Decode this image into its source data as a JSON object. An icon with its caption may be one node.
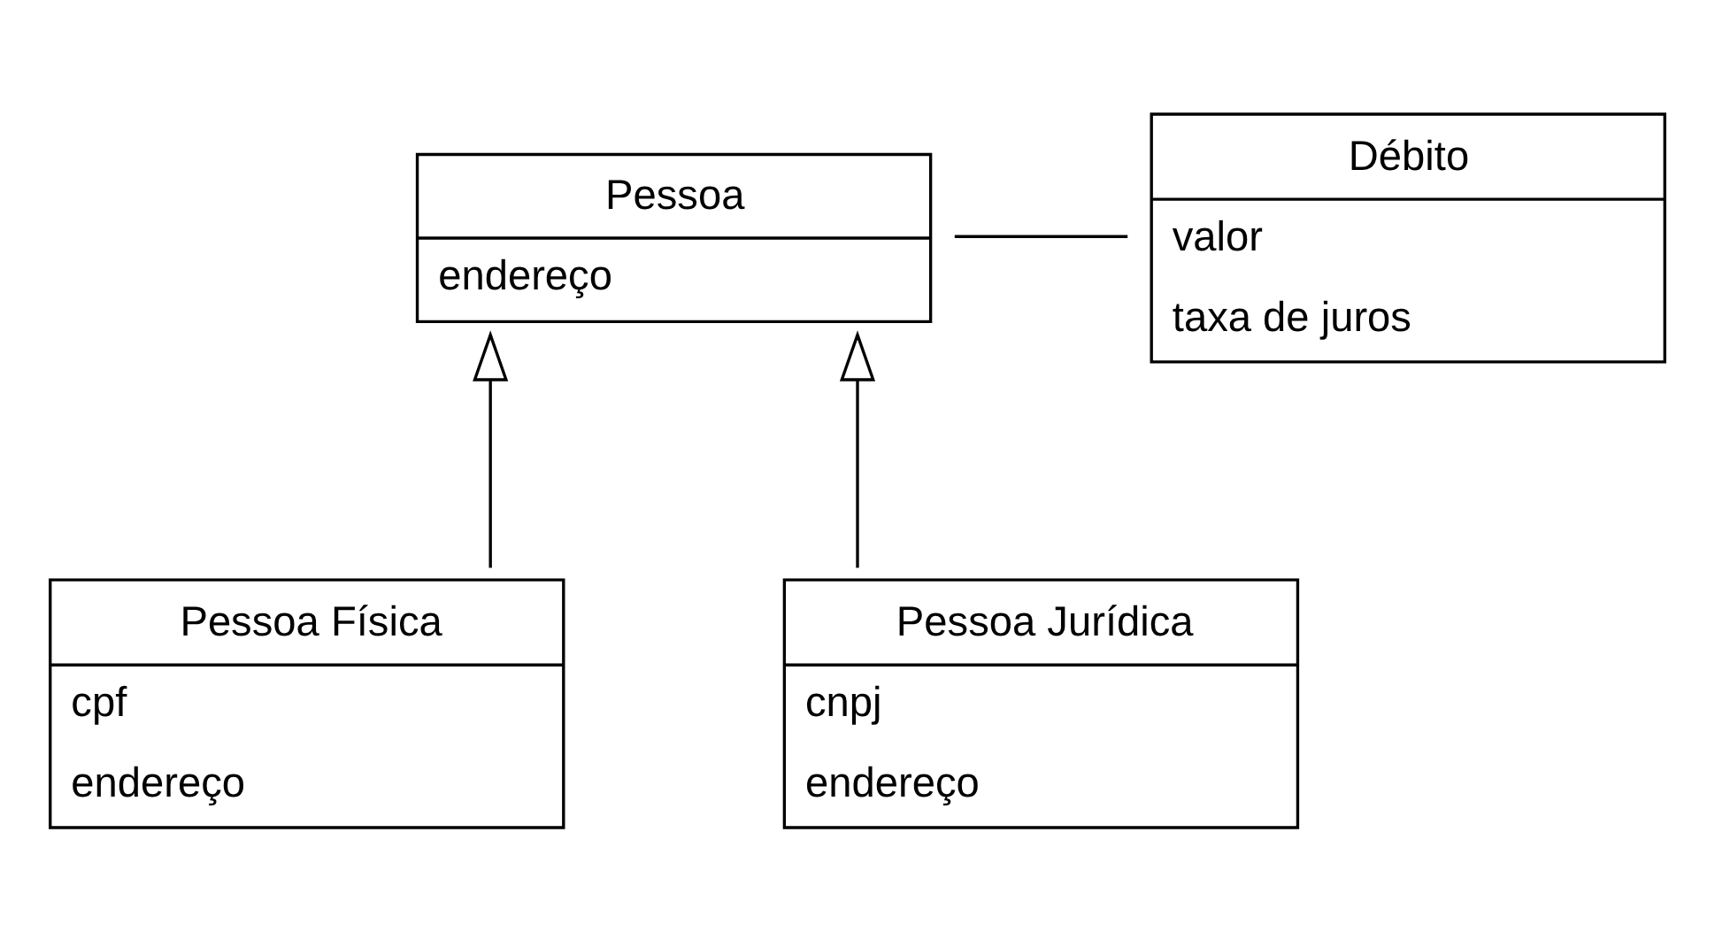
{
  "diagram": {
    "nodes": [
      {
        "text": [
          "Pessoa",
          "endereço"
        ]
      },
      {
        "text": [
          "Débito",
          "valor",
          "taxa de juros"
        ]
      },
      {
        "text": [
          "Pessoa Física",
          "cpf",
          "endereço"
        ]
      },
      {
        "text": [
          "Pessoa Jurídica",
          "cnpj",
          "endereço"
        ]
      }
    ],
    "edges": [
      {
        "from": 0,
        "to": 1,
        "arrow": "none"
      },
      {
        "from": 2,
        "to": 0,
        "arrow": "to"
      },
      {
        "from": 3,
        "to": 0,
        "arrow": "to"
      }
    ]
  }
}
